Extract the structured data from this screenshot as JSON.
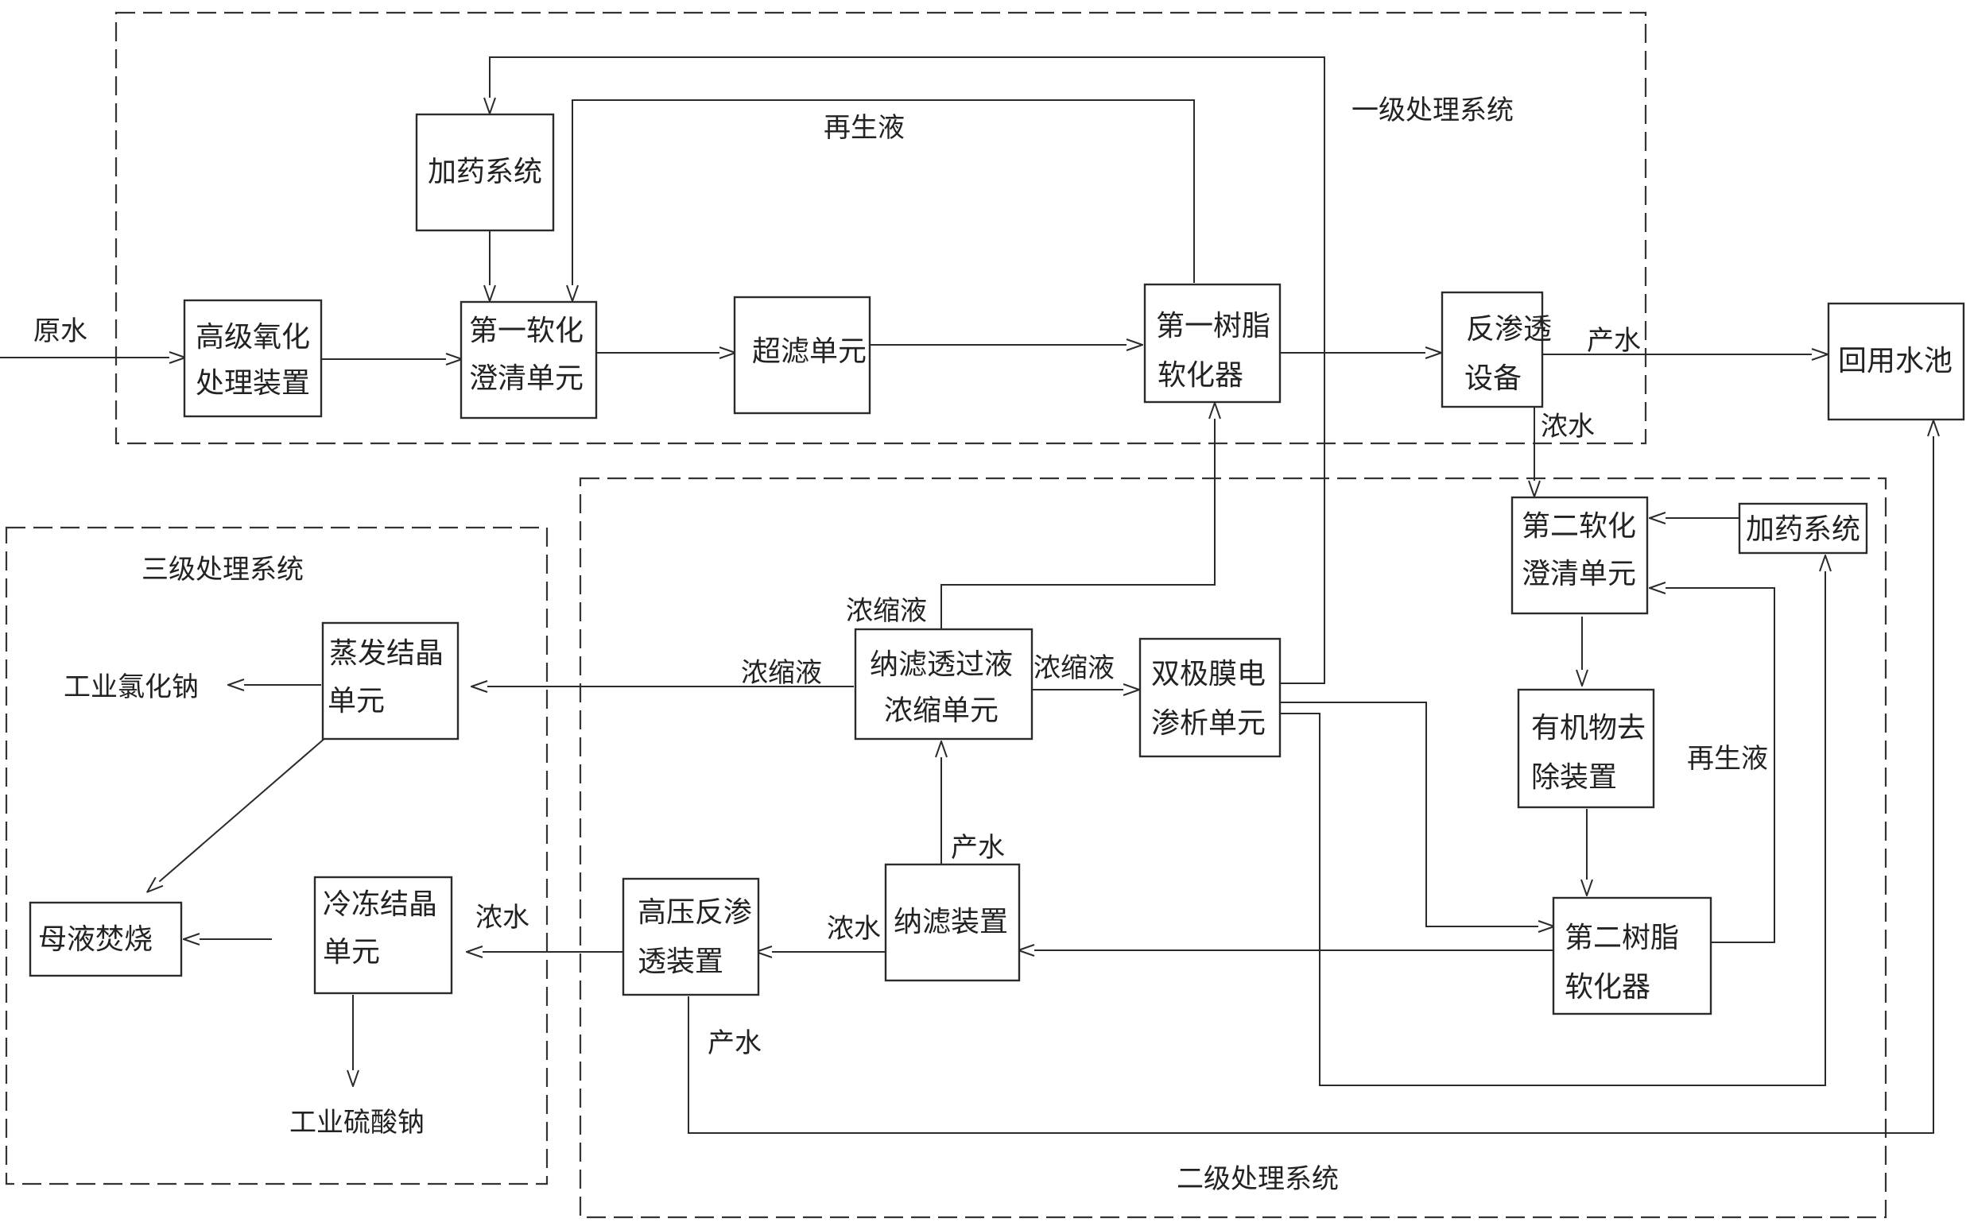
{
  "systems": {
    "primary": "一级处理系统",
    "secondary": "二级处理系统",
    "tertiary": "三级处理系统"
  },
  "units": {
    "advanced_oxidation": [
      "高级氧化",
      "处理装置"
    ],
    "dosing_top": [
      "加药系统"
    ],
    "softening_clarifier_1": [
      "第一软化",
      "澄清单元"
    ],
    "ultrafiltration": [
      "超滤单元"
    ],
    "resin_softener_1": [
      "第一树脂",
      "软化器"
    ],
    "reverse_osmosis": [
      "反渗透",
      "设备"
    ],
    "reuse_pool": [
      "回用水池"
    ],
    "softening_clarifier_2": [
      "第二软化",
      "澄清单元"
    ],
    "dosing_right": [
      "加药系统"
    ],
    "organic_removal": [
      "有机物去",
      "除装置"
    ],
    "resin_softener_2": [
      "第二树脂",
      "软化器"
    ],
    "nf_concentration": [
      "纳滤透过液",
      "浓缩单元"
    ],
    "bipolar_ed": [
      "双极膜电",
      "渗析单元"
    ],
    "nanofiltration": [
      "纳滤装置"
    ],
    "hp_reverse_osmosis": [
      "高压反渗",
      "透装置"
    ],
    "evaporation_crystal": [
      "蒸发结晶",
      "单元"
    ],
    "freeze_crystal": [
      "冷冻结晶",
      "单元"
    ],
    "mother_liquor": [
      "母液焚烧"
    ]
  },
  "labels": {
    "raw_water": "原水",
    "regen_top": "再生液",
    "product_water_ro": "产水",
    "concentrate_ro": "浓水",
    "regen_right": "再生液",
    "concentrate_top": "浓缩液",
    "concentrate_left": "浓缩液",
    "concentrate_right": "浓缩液",
    "product_water_nf": "产水",
    "concentrate_nf": "浓水",
    "concentrate_hpro": "浓水",
    "product_water_hpro": "产水",
    "nacl": "工业氯化钠",
    "na2so4": "工业硫酸钠"
  },
  "colors": {
    "line": "#2b2b2b",
    "text": "#222222",
    "background": "#ffffff"
  }
}
